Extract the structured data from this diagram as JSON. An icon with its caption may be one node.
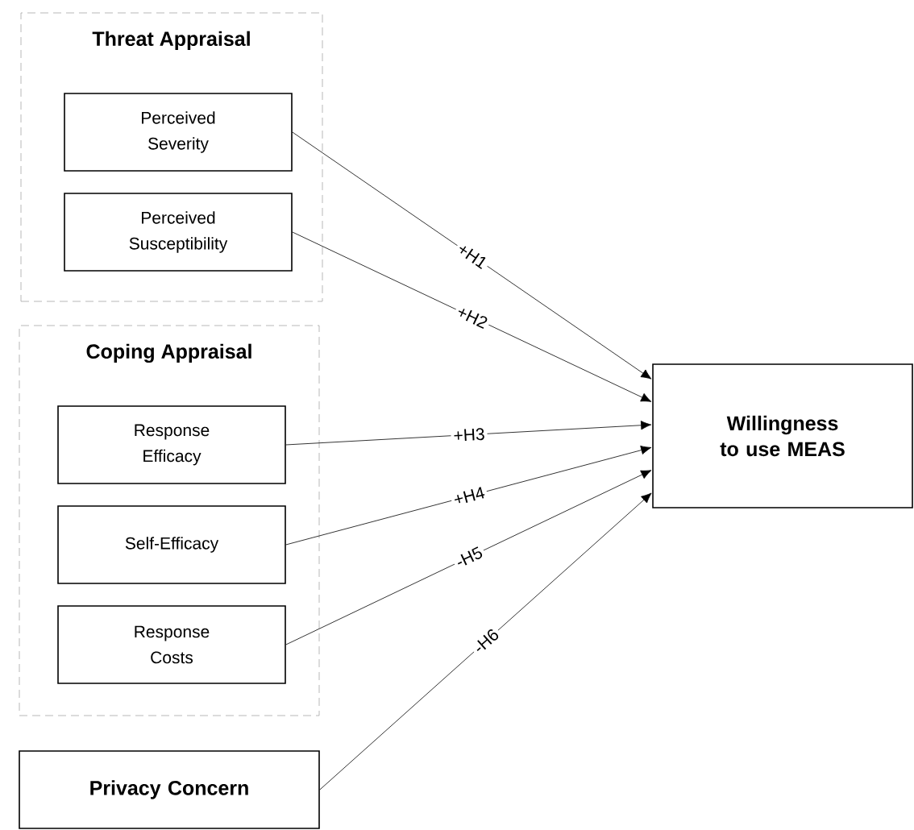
{
  "diagram": {
    "nodes": [
      {
        "text": [
          "Threat Appraisal"
        ]
      },
      {
        "text": [
          "Perceived Severity"
        ],
        "in": 0
      },
      {
        "text": [
          "Perceived Susceptibility"
        ],
        "in": 0
      },
      {
        "text": [
          "Coping Appraisal"
        ]
      },
      {
        "text": [
          "Response Efficacy"
        ],
        "in": 3
      },
      {
        "text": [
          "Self-Efficacy"
        ],
        "in": 3
      },
      {
        "text": [
          "Response Costs"
        ],
        "in": 3
      },
      {
        "text": [
          "Privacy Concern"
        ]
      },
      {
        "text": [
          "Willingness to use MEAS"
        ]
      }
    ],
    "edges": [
      {
        "from": 1,
        "to": 8,
        "arrow": "to",
        "label": "+H1"
      },
      {
        "from": 2,
        "to": 8,
        "arrow": "to",
        "label": "+H2"
      },
      {
        "from": 4,
        "to": 8,
        "arrow": "to",
        "label": "+H3"
      },
      {
        "from": 5,
        "to": 8,
        "arrow": "to",
        "label": "+H4"
      },
      {
        "from": 6,
        "to": 8,
        "arrow": "to",
        "label": "-H5"
      },
      {
        "from": 7,
        "to": 8,
        "arrow": "to",
        "label": "-H6"
      }
    ]
  }
}
